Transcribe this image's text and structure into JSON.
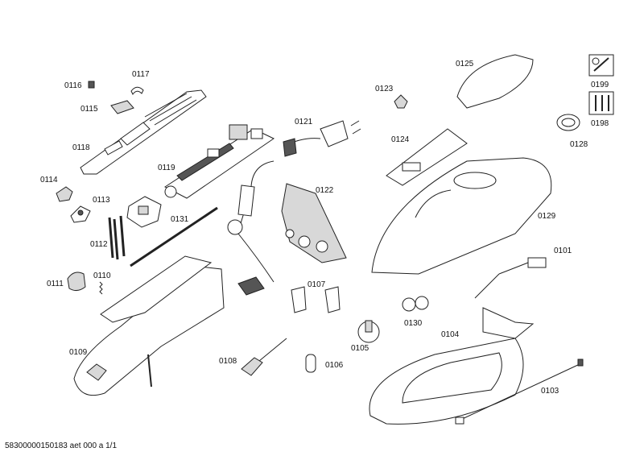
{
  "parts": [
    {
      "id": "p0116",
      "label": "0116"
    },
    {
      "id": "p0117",
      "label": "0117"
    },
    {
      "id": "p0115",
      "label": "0115"
    },
    {
      "id": "p0118",
      "label": "0118"
    },
    {
      "id": "p0119",
      "label": "0119"
    },
    {
      "id": "p0114",
      "label": "0114"
    },
    {
      "id": "p0113",
      "label": "0113"
    },
    {
      "id": "p0131",
      "label": "0131"
    },
    {
      "id": "p0112",
      "label": "0112"
    },
    {
      "id": "p0111",
      "label": "0111"
    },
    {
      "id": "p0110",
      "label": "0110"
    },
    {
      "id": "p0109",
      "label": "0109"
    },
    {
      "id": "p0121",
      "label": "0121"
    },
    {
      "id": "p0122",
      "label": "0122"
    },
    {
      "id": "p0107",
      "label": "0107"
    },
    {
      "id": "p0108",
      "label": "0108"
    },
    {
      "id": "p0106",
      "label": "0106"
    },
    {
      "id": "p0105",
      "label": "0105"
    },
    {
      "id": "p0130",
      "label": "0130"
    },
    {
      "id": "p0104",
      "label": "0104"
    },
    {
      "id": "p0103",
      "label": "0103"
    },
    {
      "id": "p0101",
      "label": "0101"
    },
    {
      "id": "p0129",
      "label": "0129"
    },
    {
      "id": "p0124",
      "label": "0124"
    },
    {
      "id": "p0123",
      "label": "0123"
    },
    {
      "id": "p0125",
      "label": "0125"
    },
    {
      "id": "p0128",
      "label": "0128"
    },
    {
      "id": "p0199",
      "label": "0199"
    },
    {
      "id": "p0198",
      "label": "0198"
    }
  ],
  "footer": {
    "text": "58300000150183 aet 000 a 1/1"
  },
  "icons": {
    "service": "wrench-screwdriver-icon",
    "tools": "toolset-icon"
  }
}
